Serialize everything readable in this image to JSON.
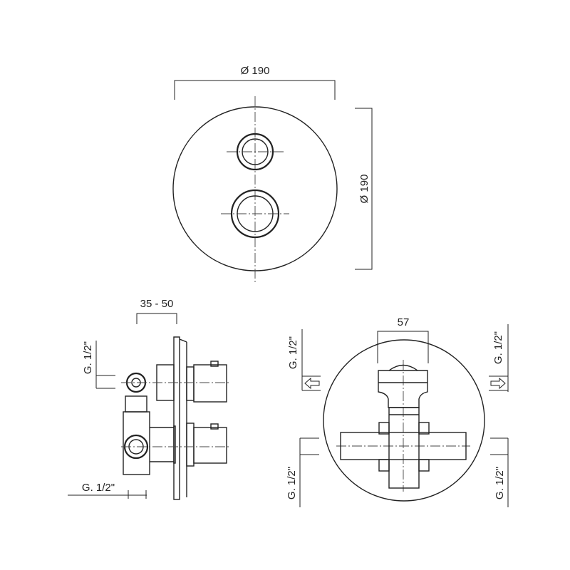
{
  "top_view": {
    "width_dim": "Ø 190",
    "height_dim": "Ø 190"
  },
  "side_view": {
    "depth_dim": "35 - 50",
    "top_connection": "G. 1/2\"",
    "bottom_connection": "G. 1/2\""
  },
  "rear_view": {
    "width_dim": "57",
    "left_top": "G. 1/2\"",
    "right_top": "G. 1/2\"",
    "left_bottom": "G. 1/2\"",
    "right_bottom": "G. 1/2\""
  }
}
